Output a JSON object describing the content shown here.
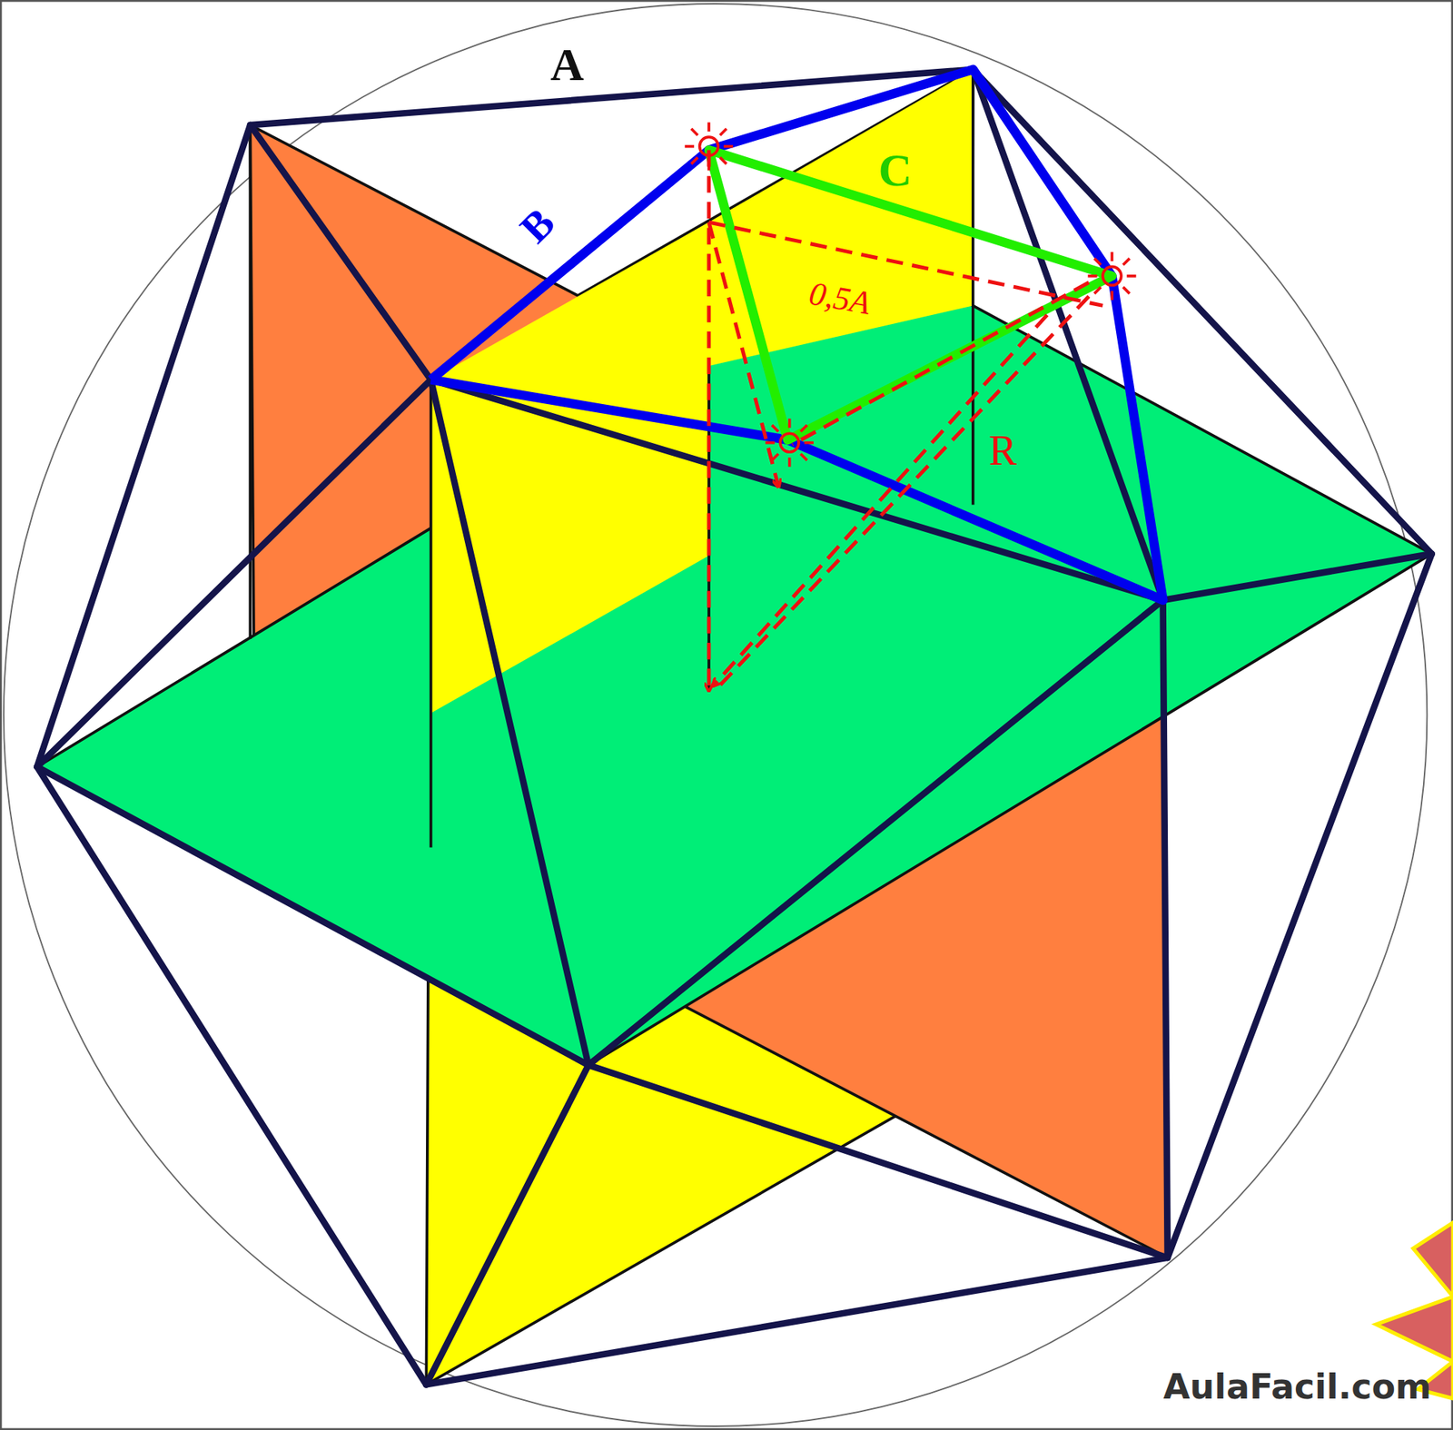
{
  "diagram": {
    "labels": [
      "A",
      "B",
      "C",
      "0,5A",
      "R",
      "AulaFacil.com"
    ]
  }
}
